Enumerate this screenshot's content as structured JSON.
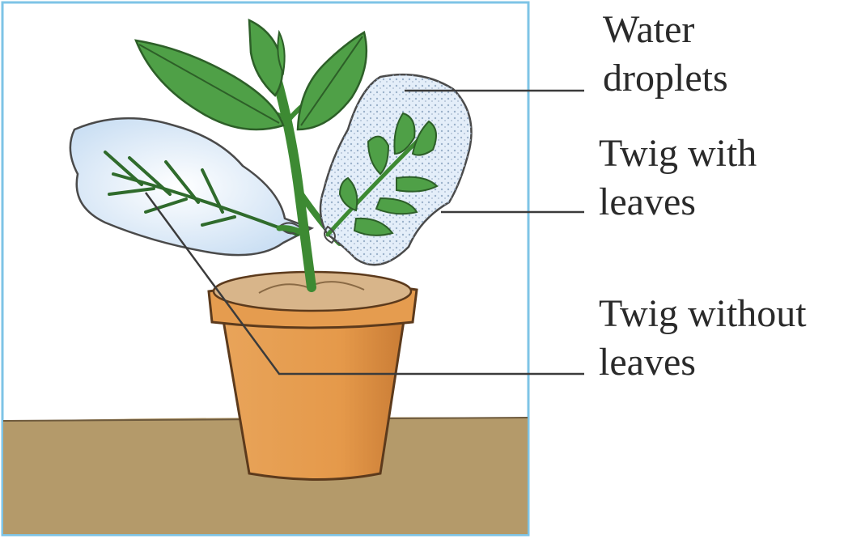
{
  "labels": {
    "water_droplets": [
      "Water",
      "droplets"
    ],
    "twig_with_leaves": [
      "Twig with",
      "leaves"
    ],
    "twig_without_leaves": [
      "Twig without",
      "leaves"
    ]
  },
  "colors": {
    "frame_border": "#7ec4e6",
    "ground": "#b49a6a",
    "pot": "#e39a4b",
    "soil": "#d8b58a",
    "leaf": "#4fa047",
    "bag": "#dcebf8",
    "droplets": "#9fb3c9"
  }
}
